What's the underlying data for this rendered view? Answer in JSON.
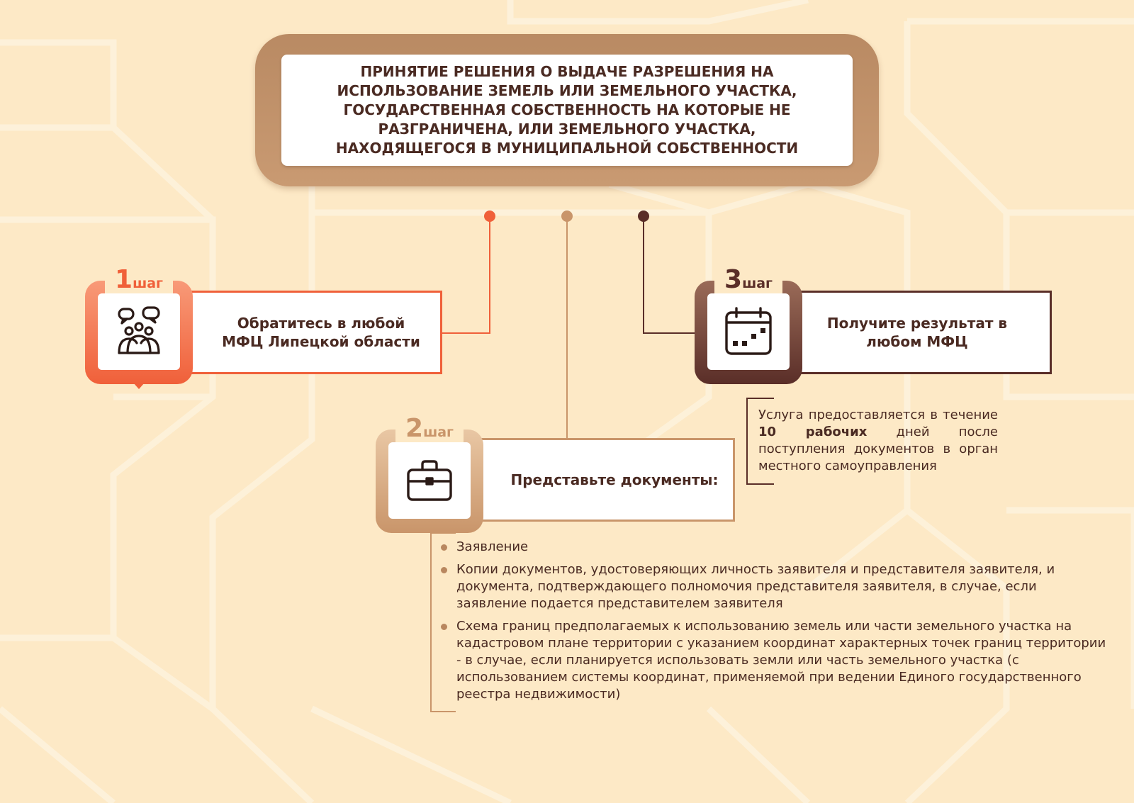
{
  "title": "ПРИНЯТИЕ РЕШЕНИЯ О ВЫДАЧЕ РАЗРЕШЕНИЯ НА ИСПОЛЬЗОВАНИЕ ЗЕМЕЛЬ ИЛИ ЗЕМЕЛЬНОГО УЧАСТКА, ГОСУДАРСТВЕННАЯ СОБСТВЕННОСТЬ НА КОТОРЫЕ НЕ РАЗГРАНИЧЕНА, ИЛИ ЗЕМЕЛЬНОГО УЧАСТКА, НАХОДЯЩЕГОСЯ В МУНИЦИПАЛЬНОЙ СОБСТВЕННОСТИ",
  "colors": {
    "background": "#fde9c6",
    "step1": "#f0603a",
    "step2": "#c9956a",
    "step3": "#5a2e28",
    "text": "#4a2a22"
  },
  "steps": [
    {
      "number": "1",
      "word": "шаг",
      "text": "Обратитесь в любой МФЦ Липецкой области",
      "icon": "people-talking-icon"
    },
    {
      "number": "2",
      "word": "шаг",
      "text": "Представьте документы:",
      "icon": "briefcase-icon"
    },
    {
      "number": "3",
      "word": "шаг",
      "text": "Получите результат в любом МФЦ",
      "icon": "calendar-icon"
    }
  ],
  "step3_note": {
    "before": "Услуга предоставляется в течение ",
    "bold": "10 рабочих",
    "after": " дней после поступления документов в орган местного самоуправления"
  },
  "documents": [
    "Заявление",
    "Копии документов, удостоверяющих личность заявителя и представителя заявителя, и документа, подтверждающего полномочия представителя заявителя, в случае, если заявление подается представителем заявителя",
    "Схема границ предполагаемых к использованию земель или части земельного участка на кадастровом плане территории с указанием координат характерных точек границ территории - в случае, если планируется использовать земли или часть земельного участка (с использованием системы координат, применяемой при ведении Единого государственного реестра недвижимости)"
  ]
}
